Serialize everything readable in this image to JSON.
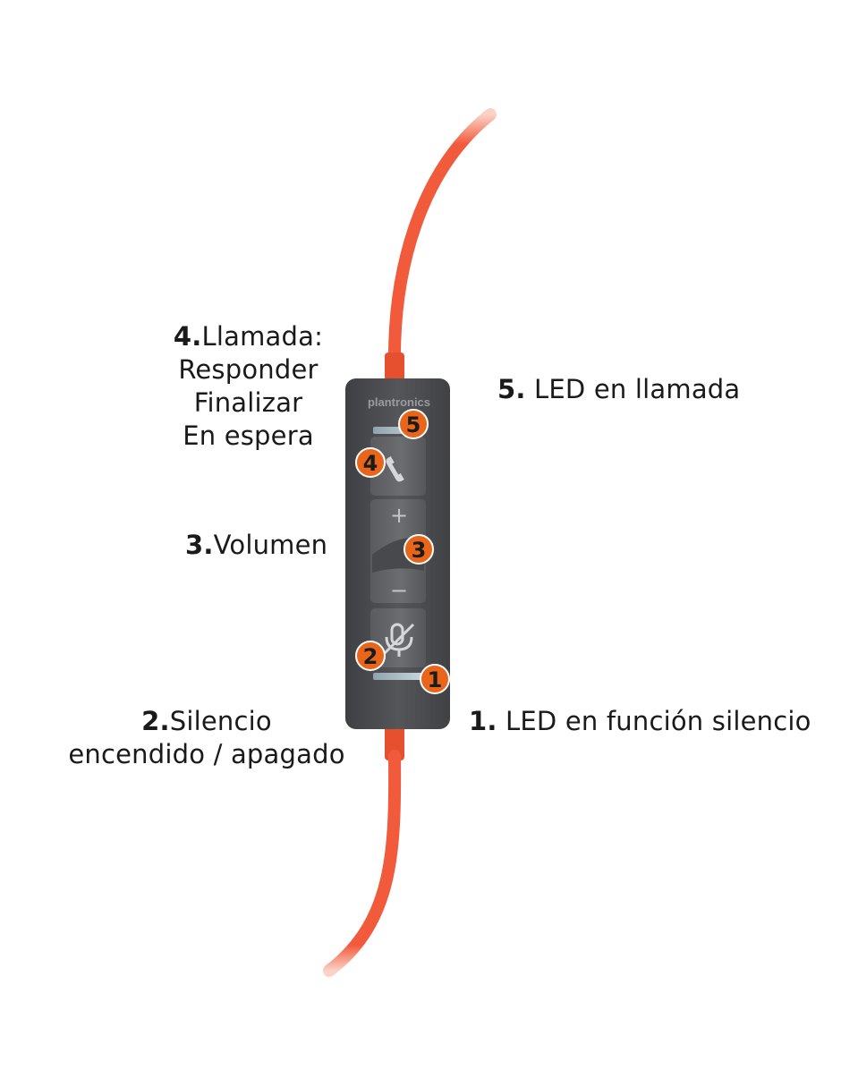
{
  "device": {
    "brand": "plantronics",
    "cable_color": "#f25a3c",
    "body_color": "#4a4b4e",
    "marker_color": "#e8651a",
    "buttons": {
      "call_icon": "phone-handset-icon",
      "volume_up": "+",
      "volume_down": "−",
      "mute_icon": "muted-microphone-icon"
    }
  },
  "markers": [
    "5",
    "4",
    "3",
    "2",
    "1"
  ],
  "labels": {
    "call": {
      "number": "4.",
      "title": "Llamada:",
      "line1": "Responder",
      "line2": "Finalizar",
      "line3": "En espera"
    },
    "led_call": {
      "number": "5.",
      "text": " LED en llamada"
    },
    "volume": {
      "number": "3.",
      "text": "Volumen"
    },
    "mute": {
      "number": "2.",
      "text": "Silencio",
      "line2": "encendido / apagado"
    },
    "led_mute": {
      "number": "1.",
      "text": " LED en función silencio"
    }
  }
}
